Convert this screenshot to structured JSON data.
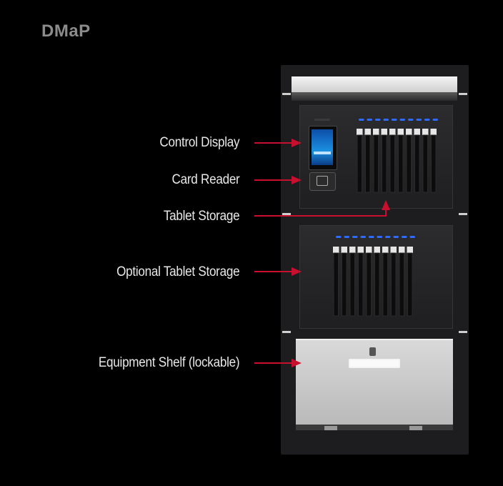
{
  "title": "DMaP",
  "labels": {
    "control_display": "Control Display",
    "card_reader": "Card Reader",
    "tablet_storage": "Tablet Storage",
    "optional_tablet_storage": "Optional Tablet Storage",
    "equipment_shelf": "Equipment Shelf (lockable)"
  },
  "colors": {
    "background": "#000000",
    "arrow": "#c8102e",
    "led": "#2f6bff",
    "label": "#e8e8e8",
    "title": "#8c8c8c"
  }
}
